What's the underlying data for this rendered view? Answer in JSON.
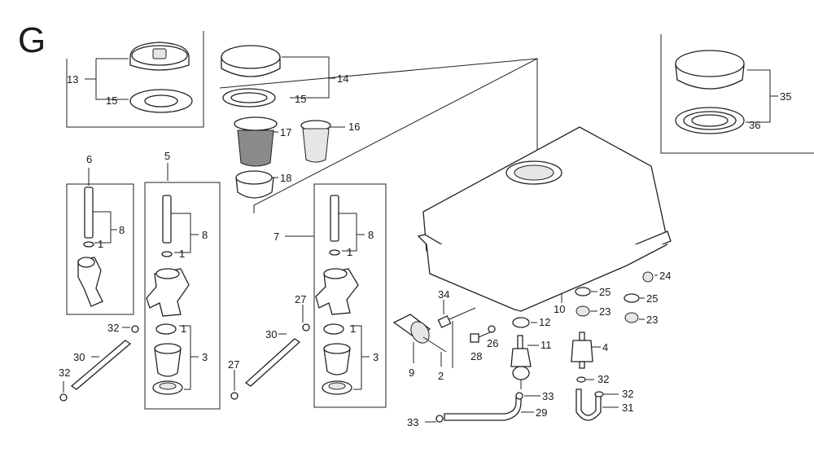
{
  "section_letter": "G",
  "labels": {
    "n1a": "1",
    "n1b": "1",
    "n1c": "1",
    "n1d": "1",
    "n1e": "1",
    "n2": "2",
    "n3a": "3",
    "n3b": "3",
    "n4": "4",
    "n5": "5",
    "n6": "6",
    "n7": "7",
    "n8a": "8",
    "n8b": "8",
    "n8c": "8",
    "n9": "9",
    "n10": "10",
    "n11": "11",
    "n12": "12",
    "n13": "13",
    "n14": "14",
    "n15a": "15",
    "n15b": "15",
    "n16": "16",
    "n17": "17",
    "n18": "18",
    "n23a": "23",
    "n23b": "23",
    "n24": "24",
    "n25a": "25",
    "n25b": "25",
    "n26": "26",
    "n27a": "27",
    "n27b": "27",
    "n28": "28",
    "n29": "29",
    "n30a": "30",
    "n30b": "30",
    "n31": "31",
    "n32a": "32",
    "n32b": "32",
    "n32c": "32",
    "n32d": "32",
    "n33a": "33",
    "n33b": "33",
    "n34": "34",
    "n35": "35",
    "n36": "36"
  }
}
